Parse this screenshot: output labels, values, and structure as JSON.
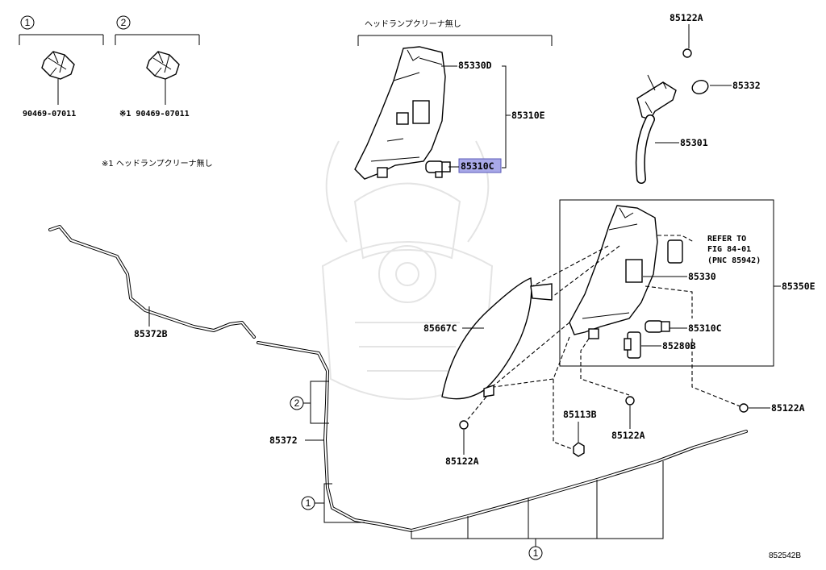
{
  "legend": {
    "item1": {
      "marker": "1",
      "part": "90469-07011"
    },
    "item2": {
      "marker": "2",
      "part": "※1 90469-07011"
    },
    "note": "※1 ヘッドランプクリーナ無し"
  },
  "group_top": {
    "label": "ヘッドランプクリーナ無し"
  },
  "parts": {
    "p85122a_top": "85122A",
    "p85332": "85332",
    "p85330d": "85330D",
    "p85310e": "85310E",
    "p85310c_hl": "85310C",
    "p85301": "85301",
    "p85372b": "85372B",
    "p85667c": "85667C",
    "p85330": "85330",
    "p85350e": "85350E",
    "p85310c": "85310C",
    "p85280b": "85280B",
    "p85122a_right": "85122A",
    "p85113b": "85113B",
    "p85122a_mid": "85122A",
    "p85372": "85372",
    "p85122a_left": "85122A"
  },
  "refer": {
    "line1": "REFER TO",
    "line2": "FIG 84-01",
    "line3": "(PNC 85942)"
  },
  "markers": {
    "m2": "2",
    "m1_left": "1",
    "m1_bottom": "1"
  },
  "figure_number": "852542B",
  "colors": {
    "highlight": "#a9a9e8",
    "ink": "#000000"
  }
}
